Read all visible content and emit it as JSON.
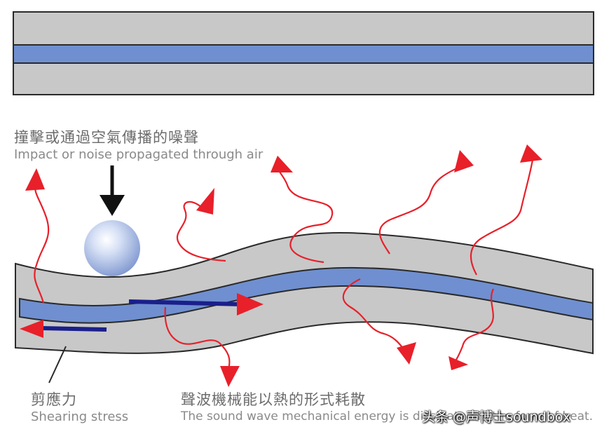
{
  "labels": {
    "impact_zh": "撞擊或通過空氣傳播的噪聲",
    "impact_en": "Impact or noise propagated through air",
    "shearing_zh": "剪應力",
    "shearing_en": "Shearing stress",
    "energy_zh": "聲波機械能以熱的形式耗散",
    "energy_en": "The sound wave mechanical energy is dissipated in the form of heat."
  },
  "watermark": "头条 @声博士soundbox",
  "colors": {
    "outer_layer": "#c8c8c8",
    "core_layer": "#6f8fd0",
    "outline": "#2a2a2a",
    "heat_arrow": "#e8202a",
    "shear_arrow_dark": "#1a1f8a",
    "shear_arrow_red": "#e8202a",
    "impact_arrow": "#111111",
    "sphere": "#a9bde6"
  }
}
